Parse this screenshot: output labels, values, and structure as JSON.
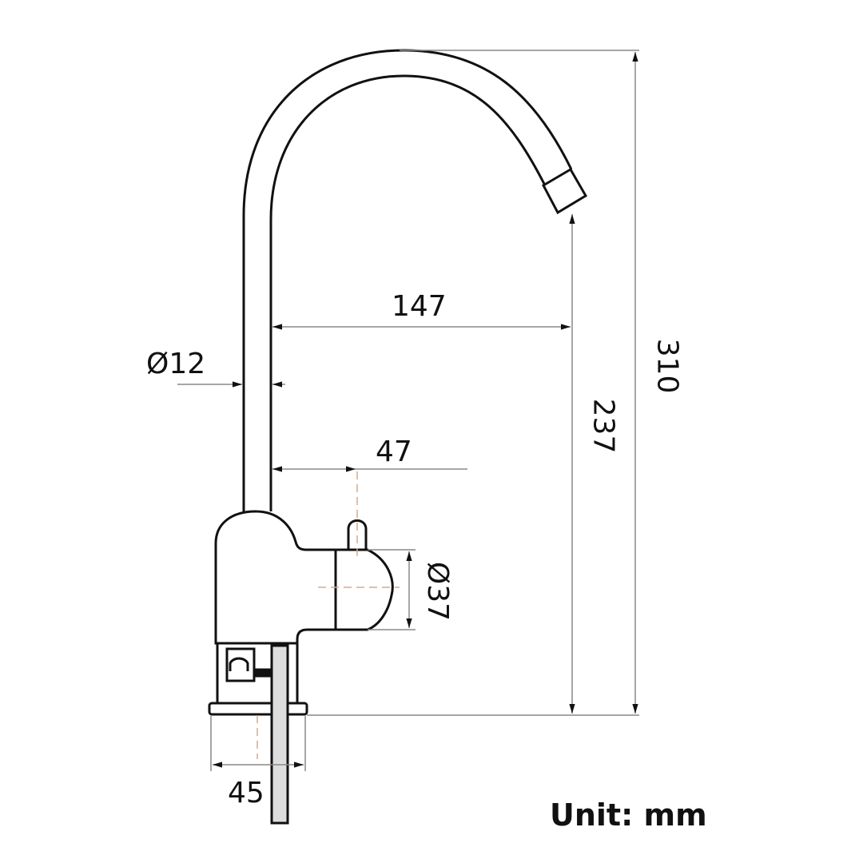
{
  "drawing": {
    "subject": "Faucet dimension drawing",
    "unit_label": "Unit: mm",
    "line_color": "#111111",
    "dim_line_color": "#888888",
    "centerline_color": "#d9a98a"
  },
  "dimensions": {
    "spout_reach": "147",
    "tube_diameter": "Ø12",
    "handle_offset": "47",
    "body_diameter": "Ø37",
    "spout_height": "237",
    "total_height": "310",
    "base_width": "45"
  }
}
